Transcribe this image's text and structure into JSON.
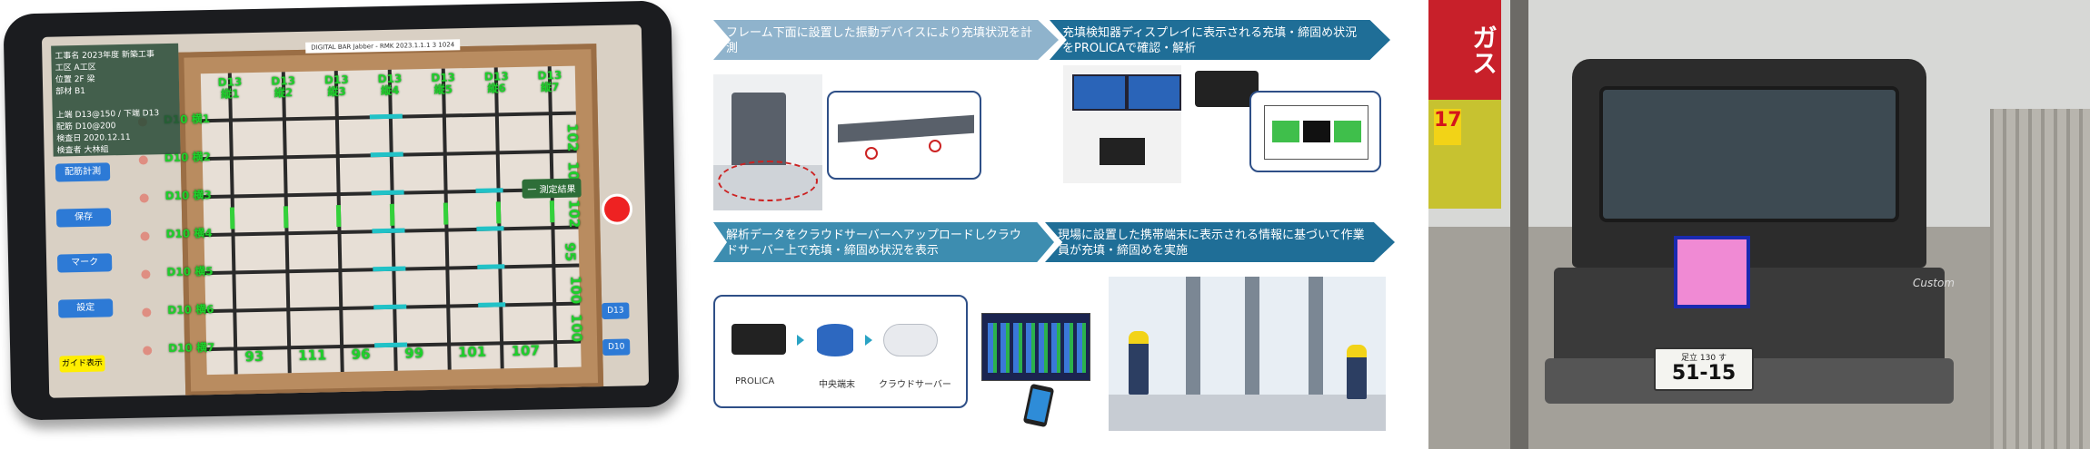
{
  "panel1": {
    "status_bar": "DIGITAL BAR Jabber - RMK 2023.1.1.1 3 1024",
    "info_rows": [
      "工事名  2023年度 新築工事",
      "工区  A工区",
      "位置  2F 梁",
      "部材  B1",
      "",
      "上端 D13@150 / 下端 D13",
      "配筋  D10@200",
      "検査日  2020.12.11",
      "検査者  大林組"
    ],
    "side_buttons": [
      "配筋計測",
      "保存",
      "マーク",
      "設定"
    ],
    "yellow_button": "ガイド表示",
    "right_buttons": [
      "D13",
      "D10"
    ],
    "badge": "一 測定結果",
    "top_labels": [
      "D13 縦1",
      "D13 縦2",
      "D13 縦3",
      "D13 縦4",
      "D13 縦5",
      "D13 縦6",
      "D13 縦7"
    ],
    "left_labels": [
      "D10 横1",
      "D10 横2",
      "D10 横3",
      "D10 横4",
      "D10 横5",
      "D10 横6",
      "D10 横7"
    ],
    "bottom_values": [
      "93",
      "111",
      "96",
      "99",
      "101",
      "107"
    ],
    "right_values": [
      "102",
      "101",
      "102",
      "95",
      "100",
      "100"
    ],
    "colors": {
      "rebar_label": "#1ed02b",
      "accent": "#2d7ad6",
      "record": "#ee2222"
    }
  },
  "panel2": {
    "step1": "フレーム下面に設置した振動デバイスにより充填状況を計測",
    "step2": "充填検知器ディスプレイに表示される充填・締固め状況をPROLICAで確認・解析",
    "step3": "解析データをクラウドサーバーへアップロードしクラウドサーバー上で充填・締固め状況を表示",
    "step4": "現場に設置した携帯端末に表示される情報に基づいて作業員が充填・締固めを実施",
    "node_labels": [
      "PROLICA",
      "中央端末",
      "クラウドサーバー"
    ],
    "colors": {
      "arrow_dark": "#1f6e97",
      "arrow_light": "#8fb3cc",
      "frame": "#2e4f87"
    }
  },
  "panel3": {
    "plate_top": "足立 130 す",
    "plate_number": "51-15",
    "store_text": "ガス",
    "store_number": "17",
    "badge_text": "Custom",
    "colors": {
      "mask": "#f08ad4",
      "mask_border": "#1a2ab0"
    }
  }
}
